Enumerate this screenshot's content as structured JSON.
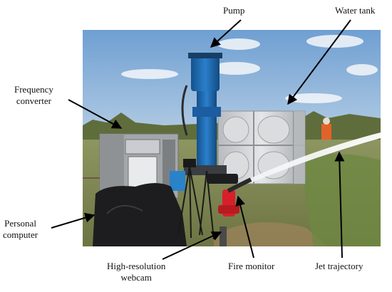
{
  "labels": {
    "pump": "Pump",
    "water_tank": "Water tank",
    "frequency_converter_line1": "Frequency",
    "frequency_converter_line2": "converter",
    "personal_computer_line1": "Personal",
    "personal_computer_line2": "computer",
    "webcam_line1": "High-resolution",
    "webcam_line2": "webcam",
    "fire_monitor": "Fire monitor",
    "jet_trajectory": "Jet trajectory"
  },
  "colors": {
    "sky": "#8fb6dd",
    "ground": "#7f8a4e",
    "pump_blue": "#1f6db6",
    "tank_steel": "#c9cccf",
    "converter_gray": "#a4a7aa",
    "fire_monitor_red": "#d8202a",
    "cover_black": "#1d1d1f"
  }
}
